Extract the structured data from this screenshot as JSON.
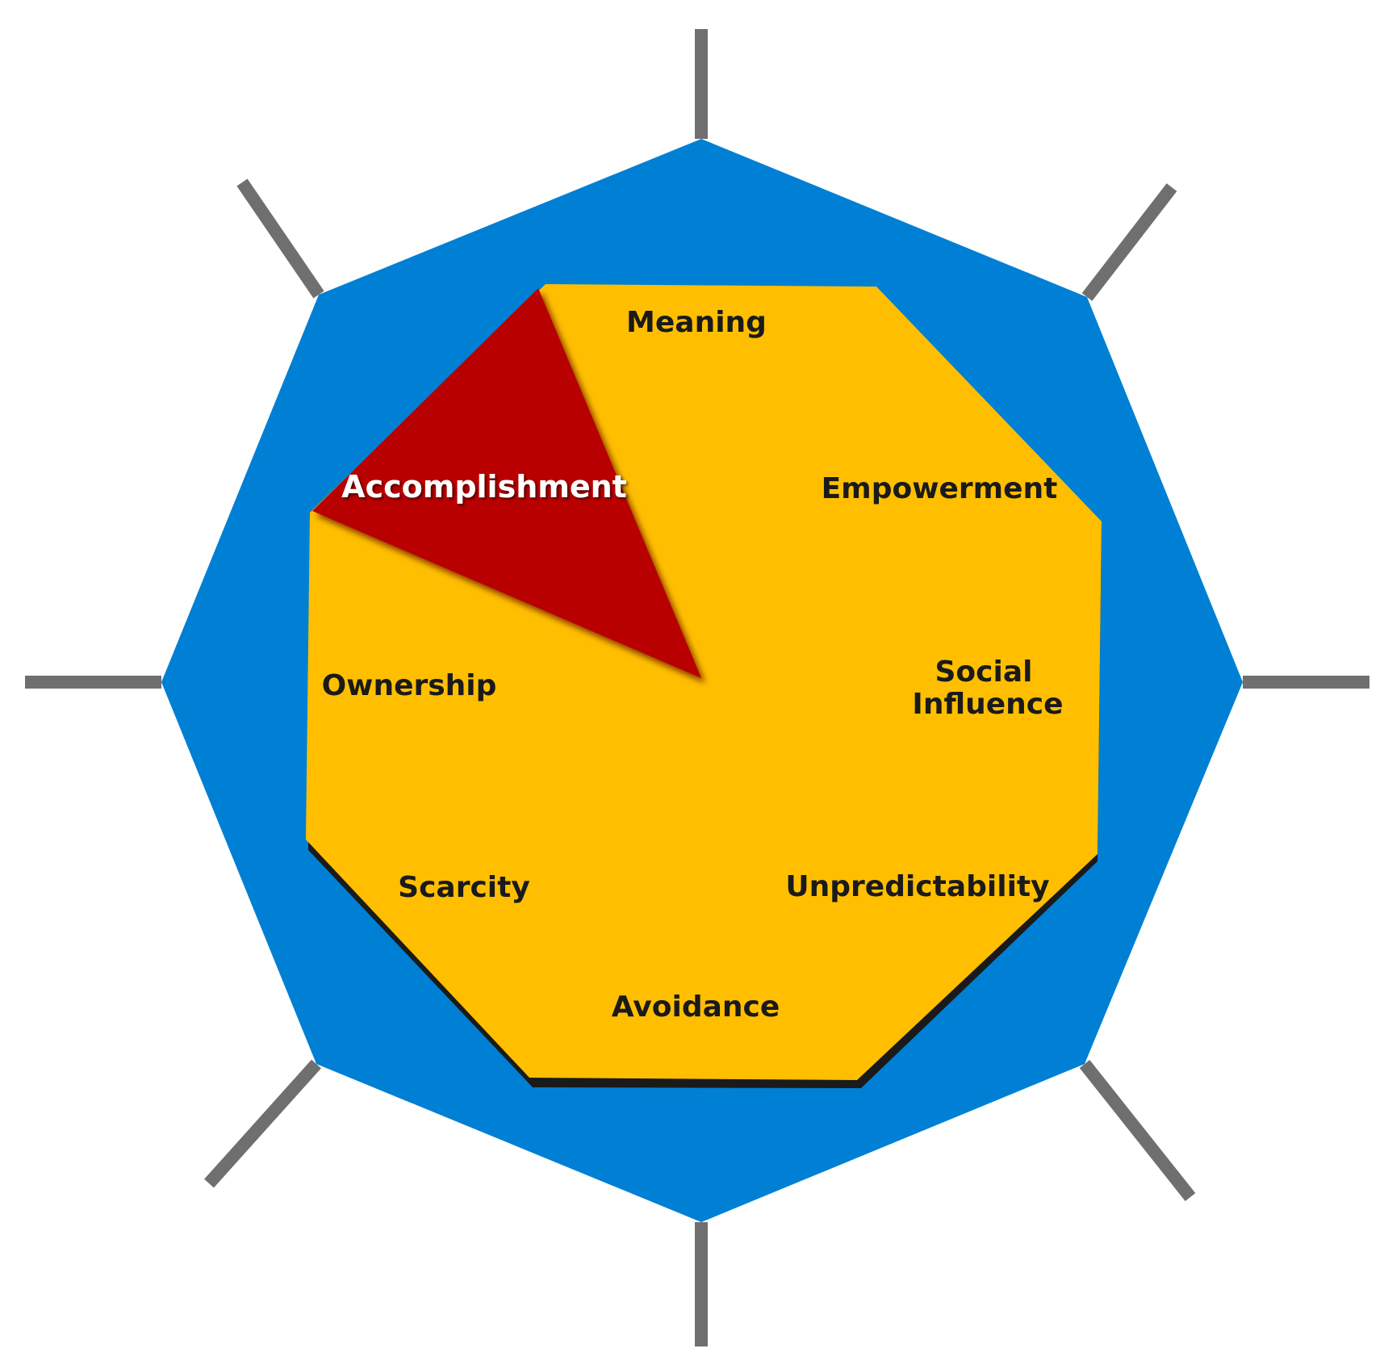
{
  "diagram": {
    "colors": {
      "outer_octagon": "#0080D4",
      "inner_octagon": "#FFBF00",
      "highlight_wedge": "#B80000",
      "spoke": "#6F6F6F",
      "label_text": "#1a1a1a",
      "highlight_text": "#ffffff"
    },
    "core_drives": [
      {
        "id": "meaning",
        "label": "Meaning",
        "highlighted": false
      },
      {
        "id": "empowerment",
        "label": "Empowerment",
        "highlighted": false
      },
      {
        "id": "social-influence",
        "label_line1": "Social",
        "label_line2": "Influence",
        "highlighted": false
      },
      {
        "id": "unpredictability",
        "label": "Unpredictability",
        "highlighted": false
      },
      {
        "id": "avoidance",
        "label": "Avoidance",
        "highlighted": false
      },
      {
        "id": "scarcity",
        "label": "Scarcity",
        "highlighted": false
      },
      {
        "id": "ownership",
        "label": "Ownership",
        "highlighted": false
      },
      {
        "id": "accomplishment",
        "label": "Accomplishment",
        "highlighted": true
      }
    ]
  }
}
